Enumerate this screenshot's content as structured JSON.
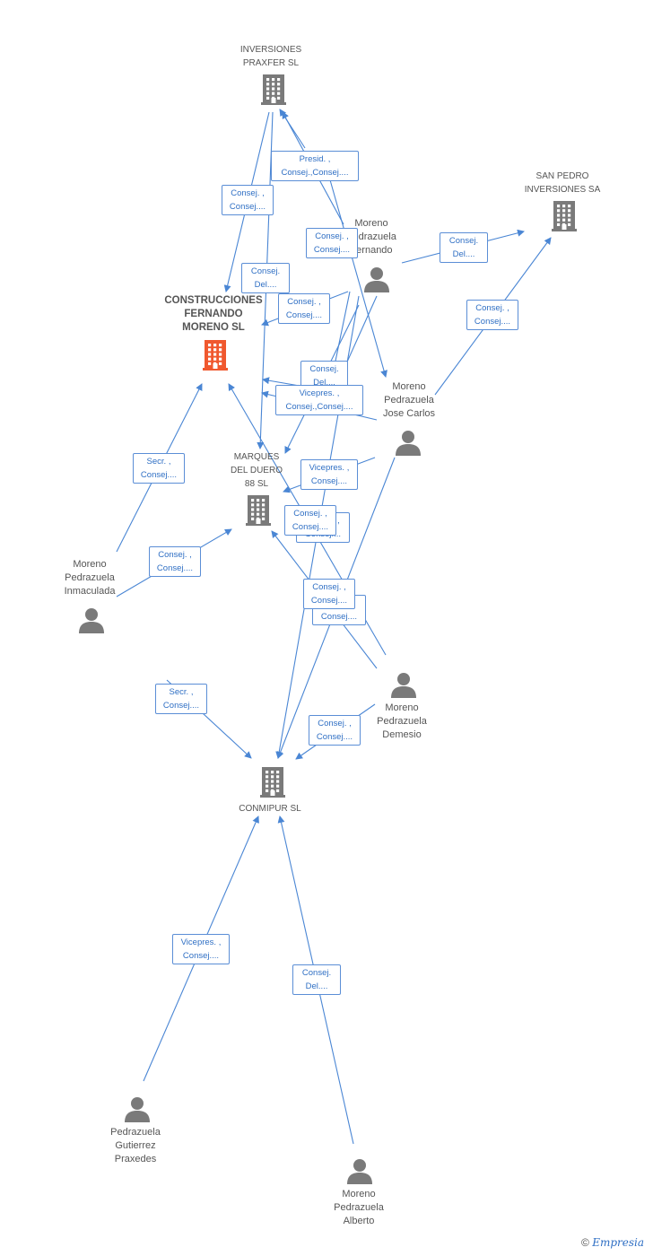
{
  "colors": {
    "edge": "#4a86d4",
    "company": "#7a7a7a",
    "highlight": "#f0582e",
    "person": "#7a7a7a"
  },
  "nodes": {
    "inversiones_praxfer": {
      "lines": [
        "INVERSIONES",
        "PRAXFER SL"
      ],
      "icon": "building-icon"
    },
    "san_pedro": {
      "lines": [
        "SAN PEDRO",
        "INVERSIONES SA"
      ],
      "icon": "building-icon"
    },
    "construcciones": {
      "lines": [
        "CONSTRUCCIONES",
        "FERNANDO",
        "MORENO SL"
      ],
      "icon": "building-icon"
    },
    "marques": {
      "lines": [
        "MARQUES",
        "DEL DUERO",
        "88 SL"
      ],
      "icon": "building-icon"
    },
    "conmipur": {
      "lines": [
        "CONMIPUR SL"
      ],
      "icon": "building-icon"
    },
    "fernando": {
      "lines": [
        "Moreno",
        "Pedrazuela",
        "Fernando"
      ],
      "icon": "person-icon"
    },
    "jose_carlos": {
      "lines": [
        "Moreno",
        "Pedrazuela",
        "Jose Carlos"
      ],
      "icon": "person-icon"
    },
    "inmaculada": {
      "lines": [
        "Moreno",
        "Pedrazuela",
        "Inmaculada"
      ],
      "icon": "person-icon"
    },
    "demesio": {
      "lines": [
        "Moreno",
        "Pedrazuela",
        "Demesio"
      ],
      "icon": "person-icon"
    },
    "praxedes": {
      "lines": [
        "Pedrazuela",
        "Gutierrez",
        "Praxedes"
      ],
      "icon": "person-icon"
    },
    "alberto": {
      "lines": [
        "Moreno",
        "Pedrazuela",
        "Alberto"
      ],
      "icon": "person-icon"
    }
  },
  "edge_labels": [
    {
      "lines": [
        "Presid. ,",
        "Consej.,Consej...."
      ]
    },
    {
      "lines": [
        "Consej. ,",
        "Consej...."
      ]
    },
    {
      "lines": [
        "Consej. ,",
        "Consej...."
      ]
    },
    {
      "lines": [
        "Consej.",
        "Del...."
      ]
    },
    {
      "lines": [
        "Consej.",
        "Del...."
      ]
    },
    {
      "lines": [
        "Consej. ,",
        "Consej...."
      ]
    },
    {
      "lines": [
        "Consej. ,",
        "Consej...."
      ]
    },
    {
      "lines": [
        "Consej.",
        "Del...."
      ]
    },
    {
      "lines": [
        "Vicepres. ,",
        "Consej.,Consej...."
      ]
    },
    {
      "lines": [
        "Secr. ,",
        "Consej...."
      ]
    },
    {
      "lines": [
        "Vicepres. ,",
        "Consej...."
      ]
    },
    {
      "lines": [
        "Consej. ,",
        "Consej...."
      ]
    },
    {
      "lines": [
        "Consej. ,",
        "Consej...."
      ]
    },
    {
      "lines": [
        "Consej. ,",
        "Consej...."
      ]
    },
    {
      "lines": [
        "Consej. ,",
        "Consej...."
      ]
    },
    {
      "lines": [
        "Consej. ,",
        "Consej...."
      ]
    },
    {
      "lines": [
        "Secr. ,",
        "Consej...."
      ]
    },
    {
      "lines": [
        "Consej. ,",
        "Consej...."
      ]
    },
    {
      "lines": [
        "Vicepres. ,",
        "Consej...."
      ]
    },
    {
      "lines": [
        "Consej.",
        "Del...."
      ]
    }
  ],
  "footer": {
    "copyright": "©",
    "brand": "Empresia"
  }
}
